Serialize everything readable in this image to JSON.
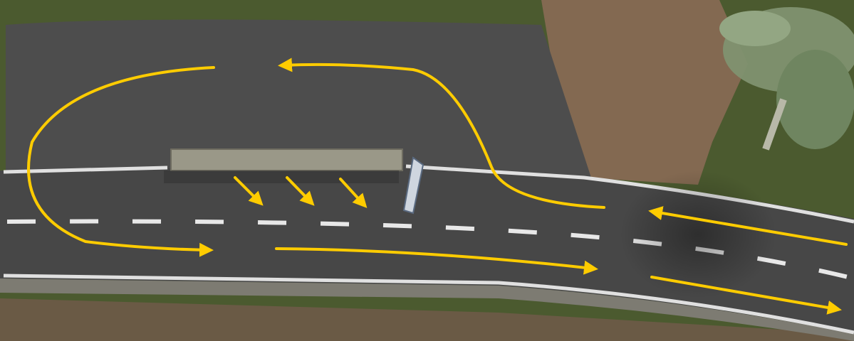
{
  "scene": {
    "description_free": true,
    "colors": {
      "arrow": "#ffcc00",
      "asphalt": "#4a4a4a",
      "asphalt_dark": "#3d3d3d",
      "lane_marking": "#e8e8e8",
      "grass": "#4b5a2f",
      "dirt": "#8a6a55",
      "curb": "#7d7b72",
      "barrier": "#9a9888",
      "tree": "#7f9270"
    },
    "icons": {
      "arrow": "traffic-flow-arrow-icon",
      "barrier": "concrete-barrier",
      "sign": "road-sign",
      "tree": "tree-canopy"
    }
  }
}
